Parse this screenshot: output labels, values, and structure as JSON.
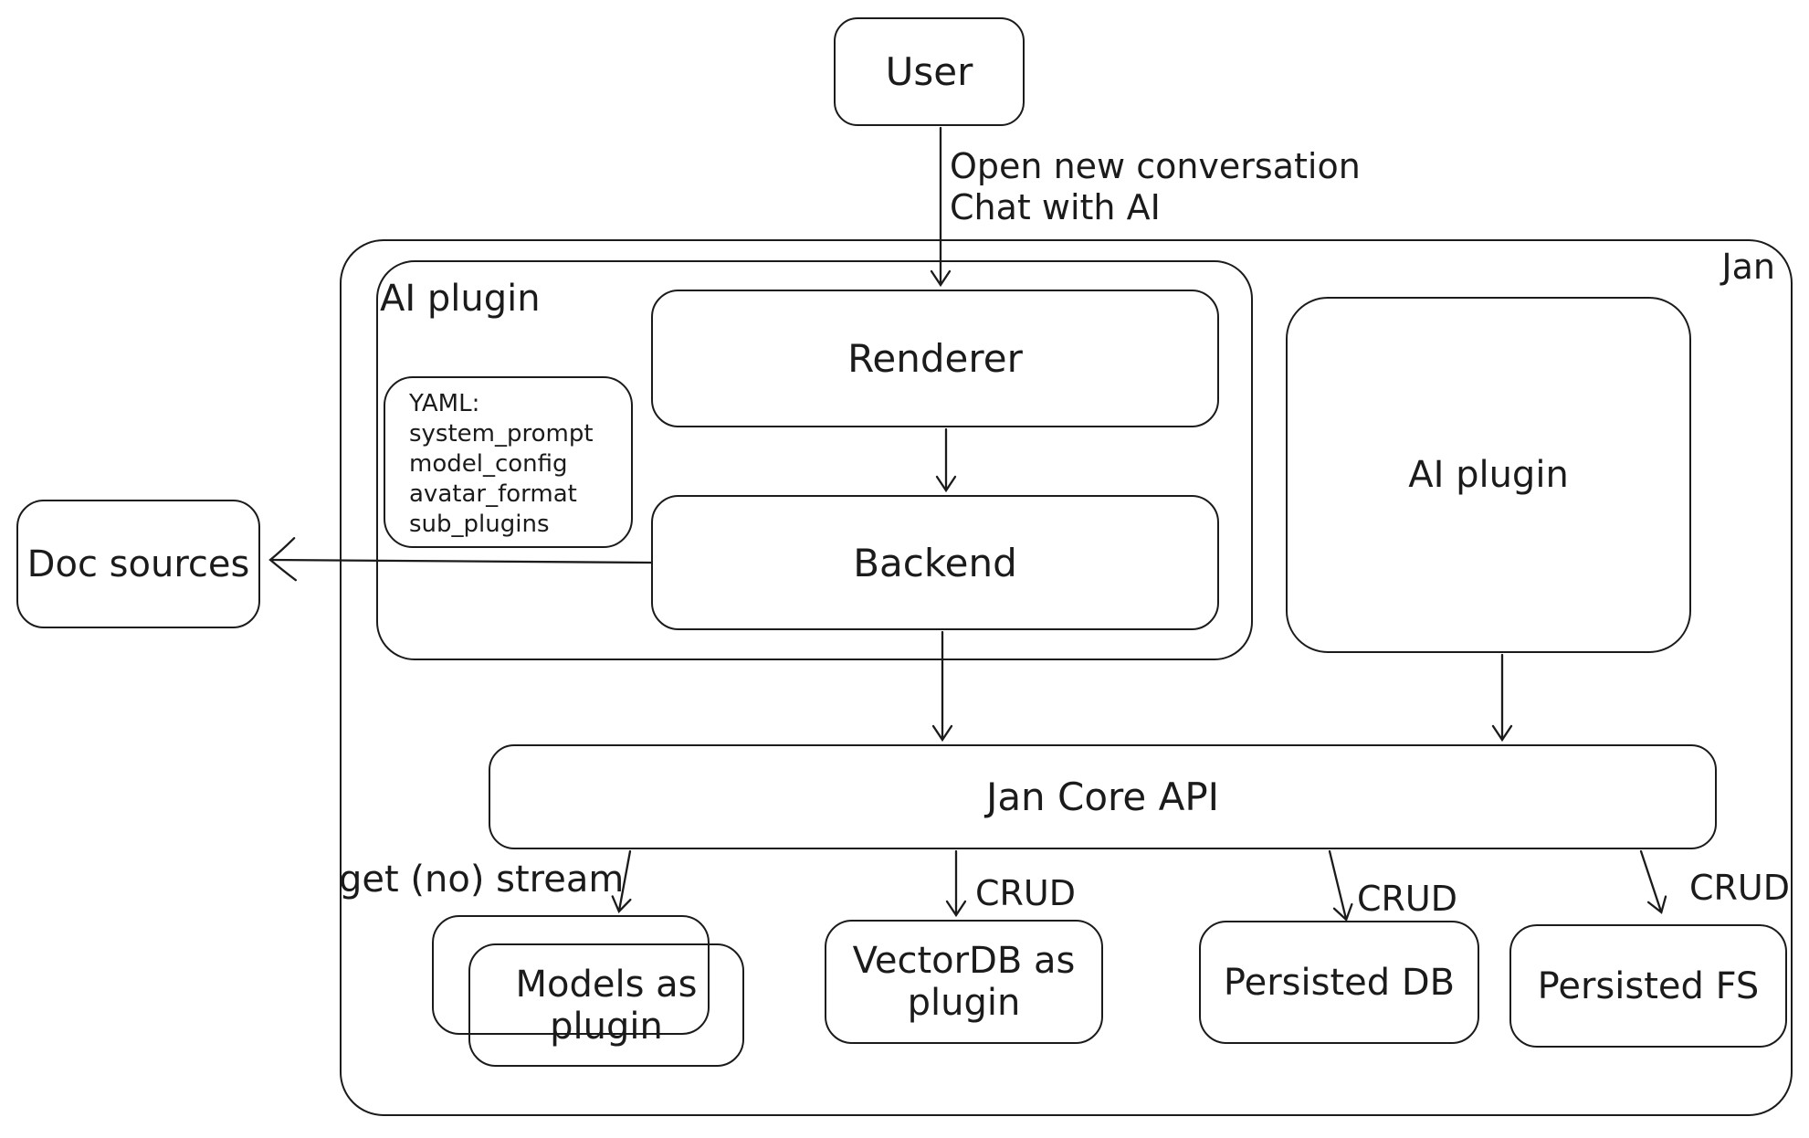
{
  "diagram": {
    "container_label": "Jan",
    "colors": {
      "stroke": "#1b1b1b",
      "background": "#ffffff"
    },
    "nodes": {
      "user": {
        "label": "User"
      },
      "ai_plugin_group": {
        "label": "AI plugin"
      },
      "renderer": {
        "label": "Renderer"
      },
      "backend": {
        "label": "Backend"
      },
      "yaml_note": {
        "title": "YAML:",
        "lines": [
          "system_prompt",
          "model_config",
          "avatar_format",
          "sub_plugins"
        ]
      },
      "ai_plugin_right": {
        "label": "AI plugin"
      },
      "doc_sources": {
        "label": "Doc sources"
      },
      "jan_core_api": {
        "label": "Jan Core API"
      },
      "models_plugin": {
        "label": "Models as plugin"
      },
      "vectordb_plugin": {
        "label": "VectorDB as plugin"
      },
      "persisted_db": {
        "label": "Persisted DB"
      },
      "persisted_fs": {
        "label": "Persisted FS"
      }
    },
    "edge_labels": {
      "user_flow_line1": "Open new conversation",
      "user_flow_line2": "Chat with AI",
      "stream": "get (no) stream",
      "crud": "CRUD"
    }
  }
}
